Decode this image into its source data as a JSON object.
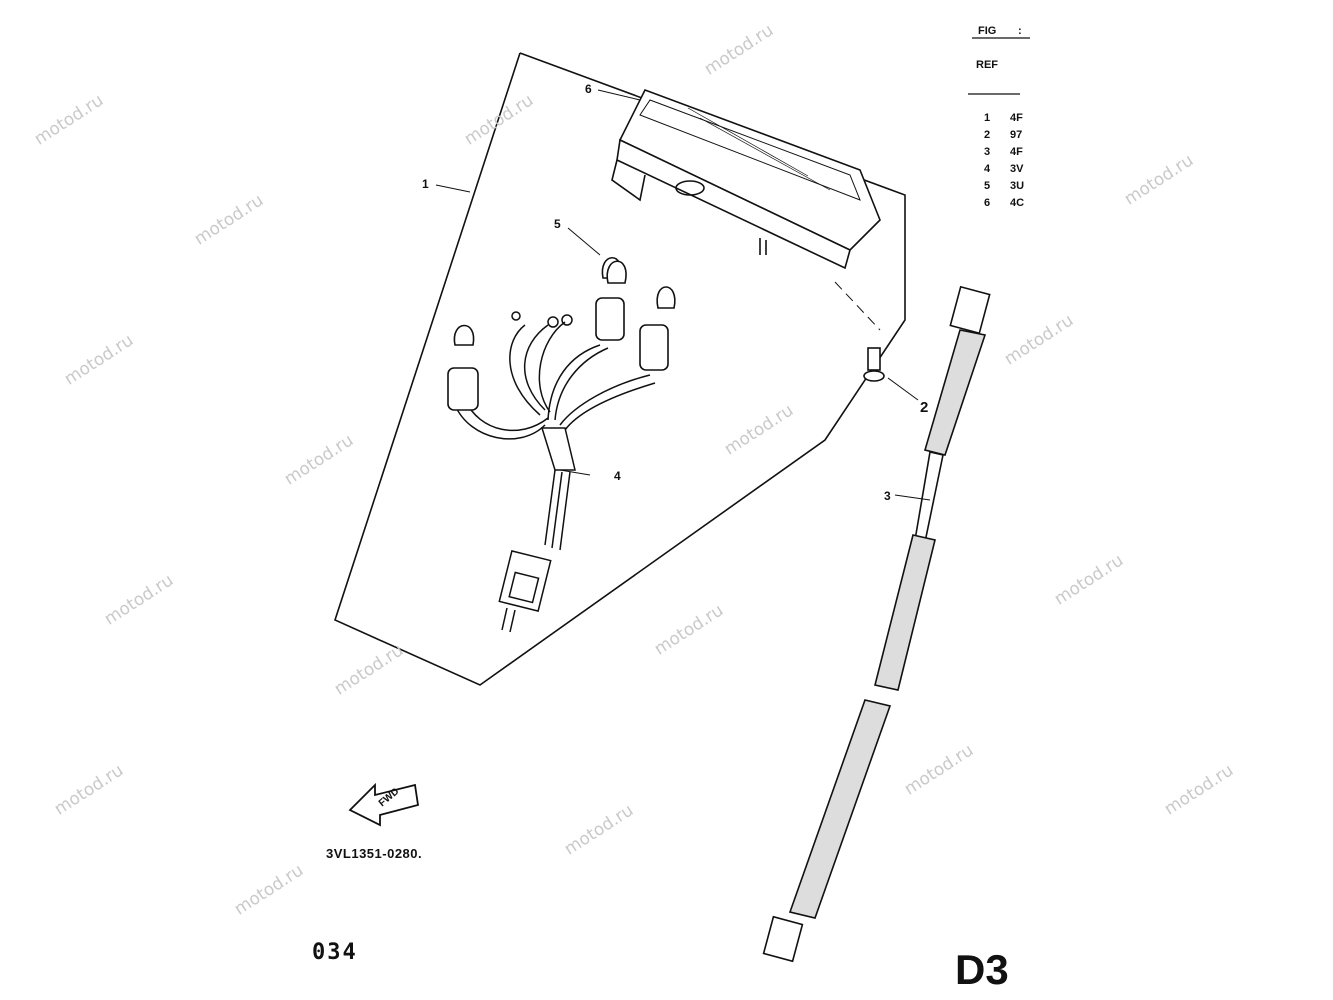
{
  "watermark": "motod.ru",
  "header": {
    "fig": "FIG",
    "fig_num": ":",
    "ref": "REF"
  },
  "ref_table": [
    {
      "no": "1",
      "code": "4F"
    },
    {
      "no": "2",
      "code": "97"
    },
    {
      "no": "3",
      "code": "4F"
    },
    {
      "no": "4",
      "code": "3V"
    },
    {
      "no": "5",
      "code": "3U"
    },
    {
      "no": "6",
      "code": "4C"
    }
  ],
  "callouts": [
    "1",
    "2",
    "3",
    "4",
    "5",
    "6"
  ],
  "fwd_label": "FWD",
  "part_code": "3VL1351-0280.",
  "page_number": "034",
  "section": "D3"
}
